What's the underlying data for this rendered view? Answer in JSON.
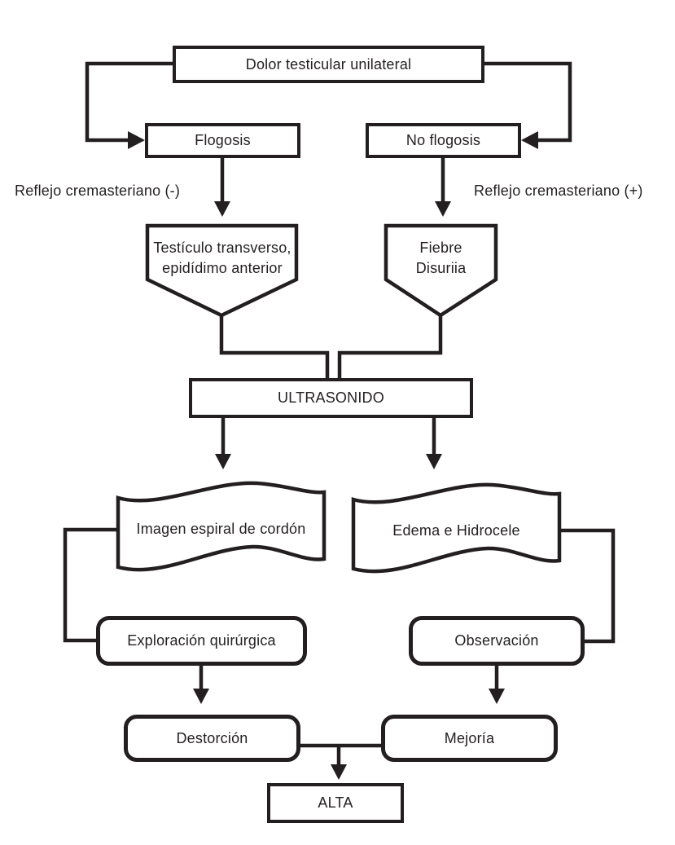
{
  "diagram": {
    "background": "#ffffff",
    "line_color": "#231f20",
    "nodes": {
      "dolor_testicular": {
        "label": "Dolor testicular unilateral",
        "shape": "rectangle"
      },
      "flogosis": {
        "label": "Flogosis",
        "shape": "rectangle"
      },
      "no_flogosis": {
        "label": "No flogosis",
        "shape": "rectangle"
      },
      "testiculo_transverso": {
        "lines": [
          "Testículo transverso,",
          "epidídimo anterior"
        ],
        "shape": "pentagon-down"
      },
      "fiebre_disuria": {
        "lines": [
          "Fiebre",
          "Disuriia"
        ],
        "shape": "pentagon-down"
      },
      "ultrasonido": {
        "label": "ULTRASONIDO",
        "shape": "rectangle"
      },
      "imagen_espiral": {
        "label": "Imagen espiral de cordón",
        "shape": "wave-flag"
      },
      "edema_hidrocele": {
        "label": "Edema e Hidrocele",
        "shape": "wave-flag"
      },
      "exploracion_quirurgica": {
        "label": "Exploración quirúrgica",
        "shape": "rounded-rectangle"
      },
      "observacion": {
        "label": "Observación",
        "shape": "rounded-rectangle"
      },
      "destorcion": {
        "label": "Destorción",
        "shape": "rounded-rectangle"
      },
      "mejoria": {
        "label": "Mejoría",
        "shape": "rounded-rectangle"
      },
      "alta": {
        "label": "ALTA",
        "shape": "rectangle"
      }
    },
    "edge_labels": {
      "reflejo_negativo": "Reflejo cremasteriano (-)",
      "reflejo_positivo": "Reflejo cremasteriano (+)"
    }
  }
}
